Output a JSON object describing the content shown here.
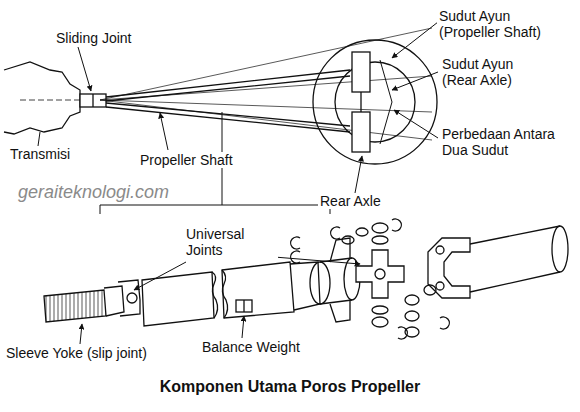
{
  "diagram": {
    "caption": "Komponen Utama Poros Propeller",
    "labels": [
      "Sliding Joint",
      "Sudut Ayun (Propeller Shaft)",
      "Sudut Ayun (Rear Axle)",
      "Transmisi",
      "Propeller Shaft",
      "Perbedaan Antara Dua Sudut",
      "Rear Axle",
      "geraiteknologi.com",
      "Universal Joints",
      "Sleeve Yoke (slip joint)",
      "Balance Weight"
    ]
  }
}
